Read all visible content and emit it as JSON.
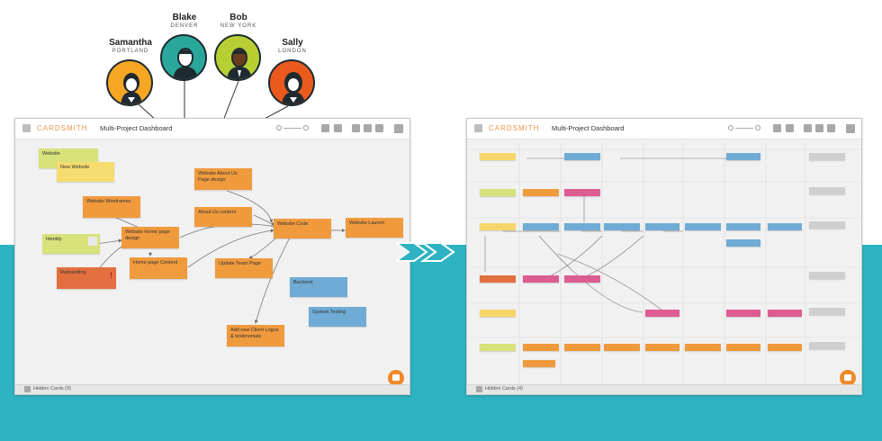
{
  "people": [
    {
      "name": "Samantha",
      "city": "PORTLAND",
      "color": "#f5a623"
    },
    {
      "name": "Blake",
      "city": "DENVER",
      "color": "#2aa79b"
    },
    {
      "name": "Bob",
      "city": "NEW YORK",
      "color": "#b7cf33"
    },
    {
      "name": "Sally",
      "city": "LONDON",
      "color": "#ea5a1c"
    }
  ],
  "left_window": {
    "logo": "CARDSMITH",
    "title": "Multi-Project Dashboard",
    "footer_label": "Hidden Cards (9)",
    "cards": {
      "website": "Website",
      "new_website": "New Website",
      "website_wireframes": "Website Wireframes",
      "identity": "Identity",
      "website_home": "Website Home page design",
      "home_page_content": "Home page Content",
      "rebranding": "Rebranding",
      "about_page_design": "Website About Us Page design",
      "about_content": "About Us content",
      "website_code": "Website Code",
      "website_launch": "Website Launch",
      "update_team_page": "Update Team Page",
      "backend": "Backend",
      "system_testing": "System Testing",
      "add_new_client_logos": "Add new Client Logos & testimonials"
    }
  },
  "right_window": {
    "logo": "CARDSMITH",
    "title": "Multi-Project Dashboard",
    "footer_label": "Hidden Cards (4)"
  },
  "colors": {
    "teal_band": "#2db3c2",
    "arrow": "#2db3c2",
    "card_orange": "#f09a3e",
    "card_blue": "#6fabd4",
    "card_pink": "#dd5c93"
  },
  "icons": {
    "chat": "chat-bubble-icon",
    "arrow": "double-chevron-right-icon"
  }
}
